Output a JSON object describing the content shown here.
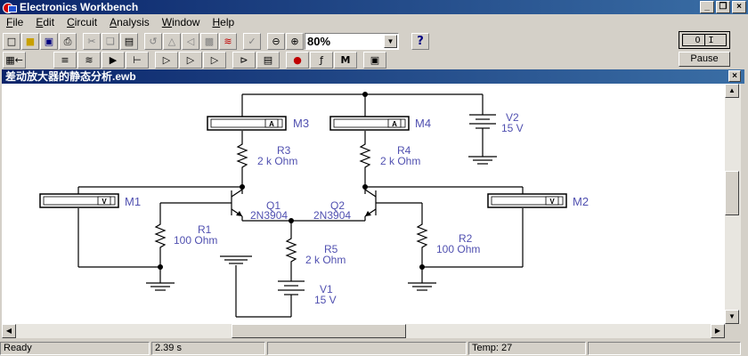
{
  "app": {
    "title": "Electronics Workbench"
  },
  "window_buttons": {
    "minimize": "_",
    "restore": "❐",
    "close": "×"
  },
  "menu": [
    {
      "hot": "F",
      "rest": "ile"
    },
    {
      "hot": "E",
      "rest": "dit"
    },
    {
      "hot": "C",
      "rest": "ircuit"
    },
    {
      "hot": "A",
      "rest": "nalysis"
    },
    {
      "hot": "W",
      "rest": "indow"
    },
    {
      "hot": "H",
      "rest": "elp"
    }
  ],
  "toolbar": {
    "zoom_value": "80%",
    "help_label": "?",
    "pause_label": "Pause",
    "power_off": "O",
    "power_on": "I"
  },
  "document": {
    "title": "差动放大器的静态分析.ewb",
    "close": "×"
  },
  "circuit": {
    "meters": {
      "m1": {
        "name": "M1",
        "mode": "V"
      },
      "m2": {
        "name": "M2",
        "mode": "V"
      },
      "m3": {
        "name": "M3",
        "mode": "A"
      },
      "m4": {
        "name": "M4",
        "mode": "A"
      }
    },
    "r1": {
      "name": "R1",
      "value": "100  Ohm"
    },
    "r2": {
      "name": "R2",
      "value": "100  Ohm"
    },
    "r3": {
      "name": "R3",
      "value": "2 k Ohm"
    },
    "r4": {
      "name": "R4",
      "value": "2 k Ohm"
    },
    "r5": {
      "name": "R5",
      "value": "2 k Ohm"
    },
    "q1": {
      "name": "Q1",
      "model": "2N3904"
    },
    "q2": {
      "name": "Q2",
      "model": "2N3904"
    },
    "v1": {
      "name": "V1",
      "value": "15 V"
    },
    "v2": {
      "name": "V2",
      "value": "15 V"
    }
  },
  "status": {
    "state": "Ready",
    "time": "2.39 s",
    "temp": "Temp:  27"
  }
}
